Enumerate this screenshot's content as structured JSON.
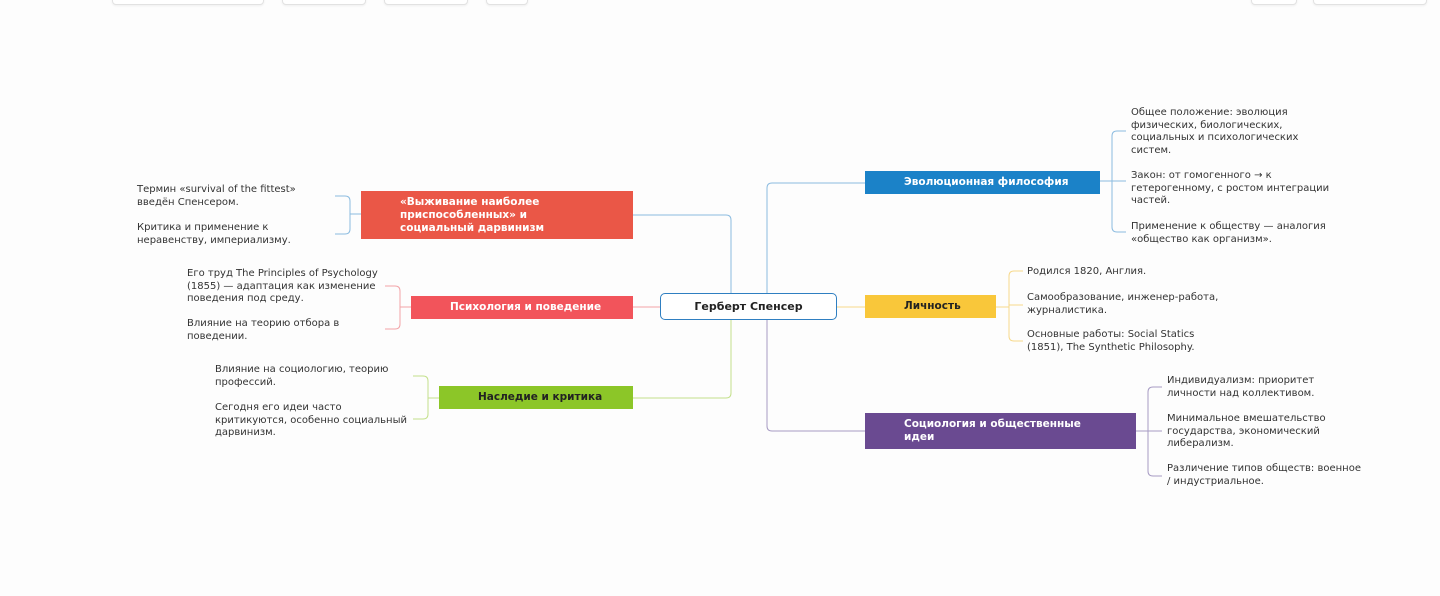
{
  "central": {
    "label": "Герберт Спенсер"
  },
  "branches": {
    "evolution": {
      "label": "Эволюционная философия",
      "color": "#1b82c8",
      "items": [
        "Общее положение: эволюция физических, биологических, социальных и психологических систем.",
        "Закон: от гомогенного → к гетерогенному, с ростом интеграции частей.",
        "Применение к обществу — аналогия «общество как организм»."
      ]
    },
    "personality": {
      "label": "Личность",
      "color": "#f9c73a",
      "items": [
        "Родился 1820, Англия.",
        "Самообразование, инженер-работа, журналистика.",
        "Основные работы: Social Statics (1851), The Synthetic Philosophy."
      ]
    },
    "sociology": {
      "label": "Социология и общественные идеи",
      "color": "#6a4a91",
      "items": [
        "Индивидуализм: приоритет личности над коллективом.",
        "Минимальное вмешательство государства, экономический либерализм.",
        "Различение типов обществ: военное / индустриальное."
      ]
    },
    "survival": {
      "label": "«Выживание наиболее приспособленных» и социальный дарвинизм",
      "color": "#ea5747",
      "items": [
        "Термин «survival of the fittest» введён Спенсером.",
        "Критика и применение к неравенству, империализму."
      ]
    },
    "psychology": {
      "label": "Психология и поведение",
      "color": "#f2545b",
      "items": [
        "Его труд The Principles of Psychology (1855) — адаптация как изменение поведения под среду.",
        "Влияние на теорию отбора в поведении."
      ]
    },
    "legacy": {
      "label": "Наследие и критика",
      "color": "#8cc628",
      "items": [
        "Влияние на социологию, теорию профессий.",
        "Сегодня его идеи часто критикуются, особенно социальный дарвинизм."
      ]
    }
  },
  "connector_colors": {
    "evolution": "#8cbce0",
    "personality": "#f7d98a",
    "sociology": "#a79bc4",
    "survival": "#8cbce0",
    "psychology": "#f2a3a7",
    "legacy": "#c3e08a"
  }
}
